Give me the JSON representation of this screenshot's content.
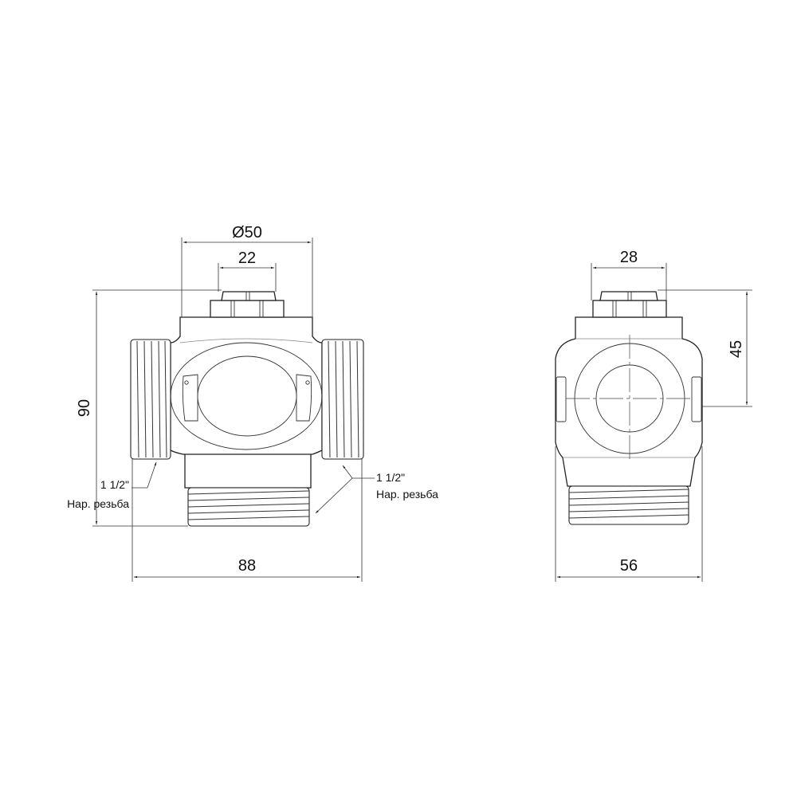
{
  "drawing": {
    "subject": "3-way thermostatic mixing valve, technical dimension drawing",
    "background": "#ffffff",
    "line_color": "#222222"
  },
  "front_view": {
    "dimensions": {
      "body_diameter": "Ø50",
      "nut_width": "22",
      "height": "90",
      "overall_width": "88"
    },
    "notes": {
      "left_thread_size": "1 1/2\"",
      "left_thread_type": "Нар. резьба",
      "right_thread_size": "1 1/2\"",
      "right_thread_type": "Нар. резьба"
    }
  },
  "side_view": {
    "dimensions": {
      "nut_width": "28",
      "axis_height": "45",
      "overall_width": "56"
    }
  }
}
